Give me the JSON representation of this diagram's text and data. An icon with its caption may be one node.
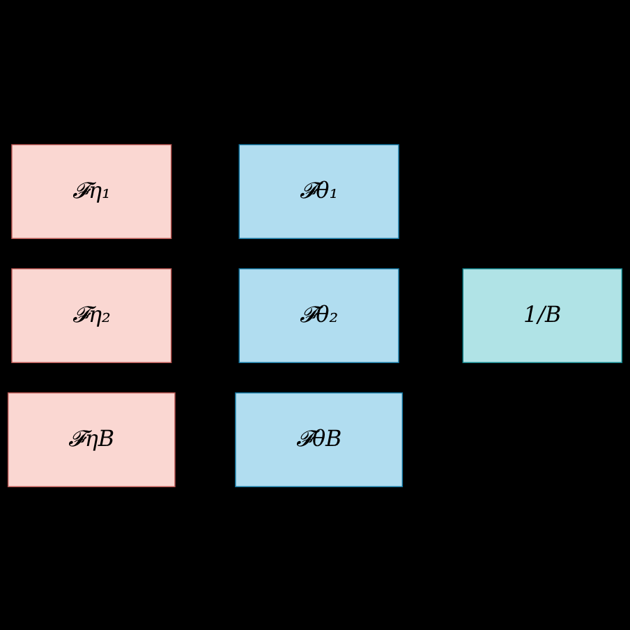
{
  "diagram": {
    "nodes": [
      {
        "text": [
          "𝓕η₁"
        ]
      },
      {
        "text": [
          "𝓕η₂"
        ]
      },
      {
        "text": [
          "𝓕ηB"
        ]
      },
      {
        "text": [
          "𝓕θ₁"
        ]
      },
      {
        "text": [
          "𝓕θ₂"
        ]
      },
      {
        "text": [
          "𝓕θB"
        ]
      },
      {
        "text": [
          "1/B"
        ]
      }
    ]
  }
}
